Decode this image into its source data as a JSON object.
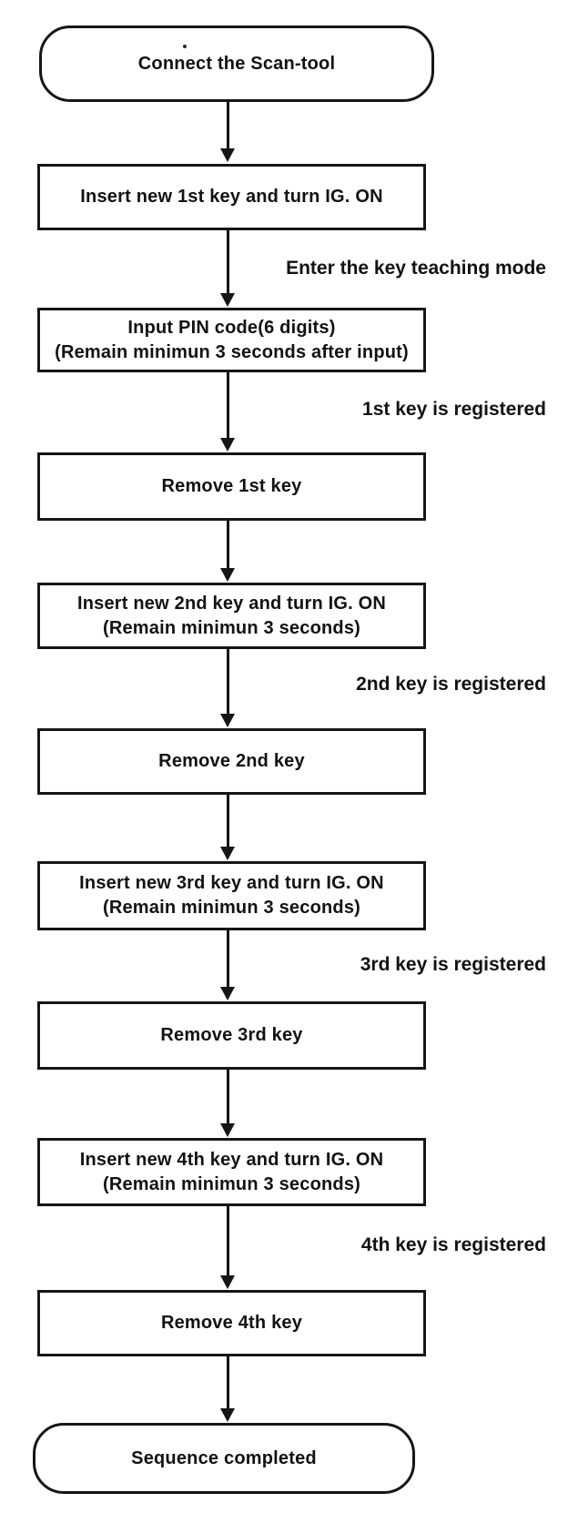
{
  "flow": {
    "start": {
      "label": "Connect the Scan-tool"
    },
    "steps": [
      {
        "line1": "Insert new 1st key and turn IG. ON"
      },
      {
        "line1": "Input PIN code(6 digits)",
        "line2": "(Remain minimun 3 seconds after input)"
      },
      {
        "line1": "Remove 1st key"
      },
      {
        "line1": "Insert new 2nd key and turn IG. ON",
        "line2": "(Remain minimun 3 seconds)"
      },
      {
        "line1": "Remove 2nd key"
      },
      {
        "line1": "Insert new 3rd key and turn IG. ON",
        "line2": "(Remain minimun 3 seconds)"
      },
      {
        "line1": "Remove 3rd key"
      },
      {
        "line1": "Insert new 4th key and turn IG. ON",
        "line2": "(Remain minimun 3 seconds)"
      },
      {
        "line1": "Remove 4th key"
      }
    ],
    "end": {
      "label": "Sequence completed"
    },
    "annotations": [
      {
        "text": "Enter the key teaching mode"
      },
      {
        "text": "1st key is registered"
      },
      {
        "text": "2nd key is registered"
      },
      {
        "text": "3rd key is registered"
      },
      {
        "text": "4th key is registered"
      }
    ],
    "colors": {
      "line": "#161616",
      "background": "#ffffff",
      "text": "#121212"
    }
  }
}
